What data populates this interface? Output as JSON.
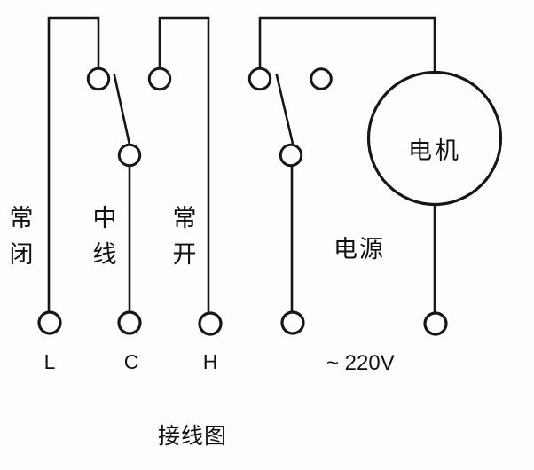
{
  "diagram": {
    "caption": "接线图",
    "colors": {
      "line": "#161616",
      "background": "#fdfdfd"
    },
    "columns": [
      {
        "id": "normally-closed",
        "label": "常闭"
      },
      {
        "id": "neutral-wire",
        "label": "中线"
      },
      {
        "id": "normally-open",
        "label": "常开"
      }
    ],
    "terminals": [
      {
        "id": "L",
        "label": "L"
      },
      {
        "id": "C",
        "label": "C"
      },
      {
        "id": "H",
        "label": "H"
      }
    ],
    "power": {
      "label": "电源",
      "voltage": "~ 220V"
    },
    "motor": {
      "label": "电机"
    }
  }
}
